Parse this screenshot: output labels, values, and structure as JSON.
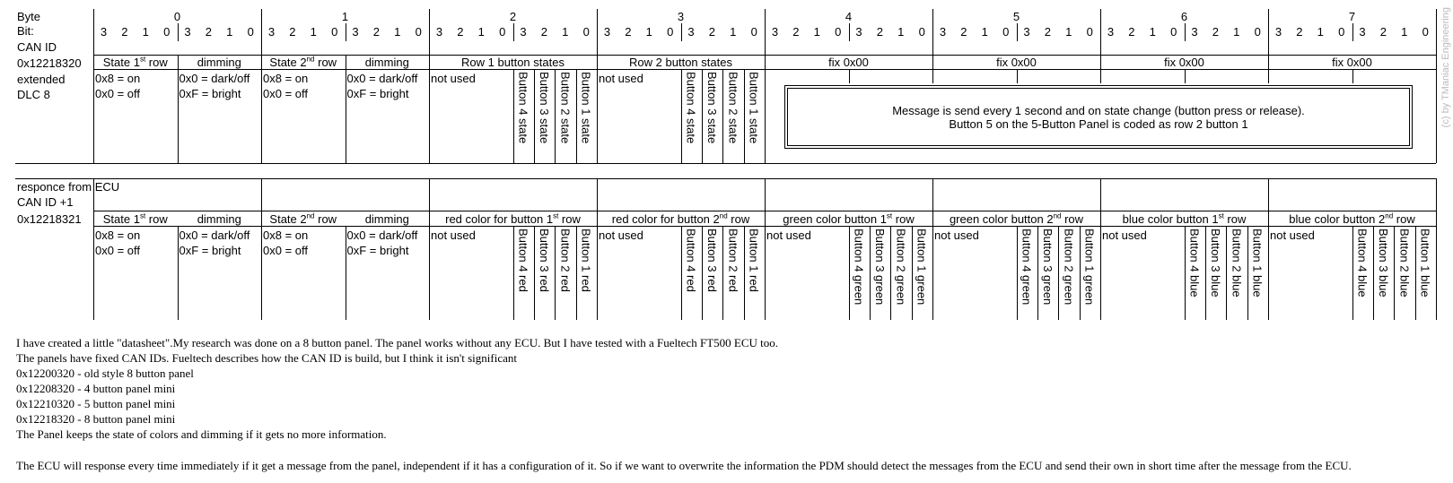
{
  "table1": {
    "byte_label": "Byte",
    "bit_label": "Bit:",
    "can_id_label": "CAN ID",
    "can_id": "0x12218320",
    "extended": "extended",
    "dlc": "DLC 8",
    "bytes": [
      "0",
      "1",
      "2",
      "3",
      "4",
      "5",
      "6",
      "7"
    ],
    "bits": [
      "3",
      "2",
      "1",
      "0"
    ],
    "headers": [
      "State 1st row",
      "dimming",
      "State 2nd row",
      "dimming",
      "Row 1 button states",
      "Row 2 button states",
      "fix 0x00",
      "fix 0x00",
      "fix 0x00",
      "fix 0x00"
    ],
    "state_on": "0x8 = on",
    "state_off": "0x0 = off",
    "dim_dark": "0x0 = dark/off",
    "dim_bright": "0xF = bright",
    "not_used": "not used",
    "button_states": [
      "Button 4 state",
      "Button 3 state",
      "Button 2 state",
      "Button 1 state"
    ],
    "note_line1": "Message is send every 1 second and on state change (button press or release).",
    "note_line2": "Button 5 on the 5-Button Panel is coded as row 2 button 1"
  },
  "table2": {
    "responce_label": "responce from ECU",
    "can_id_plus": "CAN ID +1",
    "can_id": "0x12218321",
    "headers": [
      "State 1st row",
      "dimming",
      "State 2nd row",
      "dimming",
      "red color for button 1st row",
      "red color for button 2nd row",
      "green color button 1st row",
      "green color button 2nd row",
      "blue color button 1st row",
      "blue color button 2nd row"
    ],
    "red_buttons": [
      "Button 4 red",
      "Button 3 red",
      "Button 2 red",
      "Button 1 red"
    ],
    "green_buttons": [
      "Button 4 green",
      "Button 3 green",
      "Button 2 green",
      "Button 1 green"
    ],
    "blue_buttons": [
      "Button 4 blue",
      "Button 3 blue",
      "Button 2 blue",
      "Button 1 blue"
    ]
  },
  "notes": [
    "I have created a little \"datasheet\".My research was done on a 8 button panel. The panel works without any ECU. But I have tested with a Fueltech FT500 ECU too.",
    "The panels have fixed CAN IDs. Fueltech describes how the CAN ID is build, but I think it isn't significant",
    "0x12200320 - old style 8 button panel",
    "0x12208320 - 4 button panel mini",
    "0x12210320 - 5 button panel mini",
    "0x12218320 - 8 button panel mini",
    "The Panel keeps the state of colors and dimming if it gets no more information.",
    "The ECU will response every time immediately if it get a message from the panel, independent if it has a configuration of it. So if we want to overwrite the information the PDM should detect the messages from the ECU and send their own in short time after the message from the ECU."
  ],
  "watermark": "(c) by TManiac Engineering"
}
